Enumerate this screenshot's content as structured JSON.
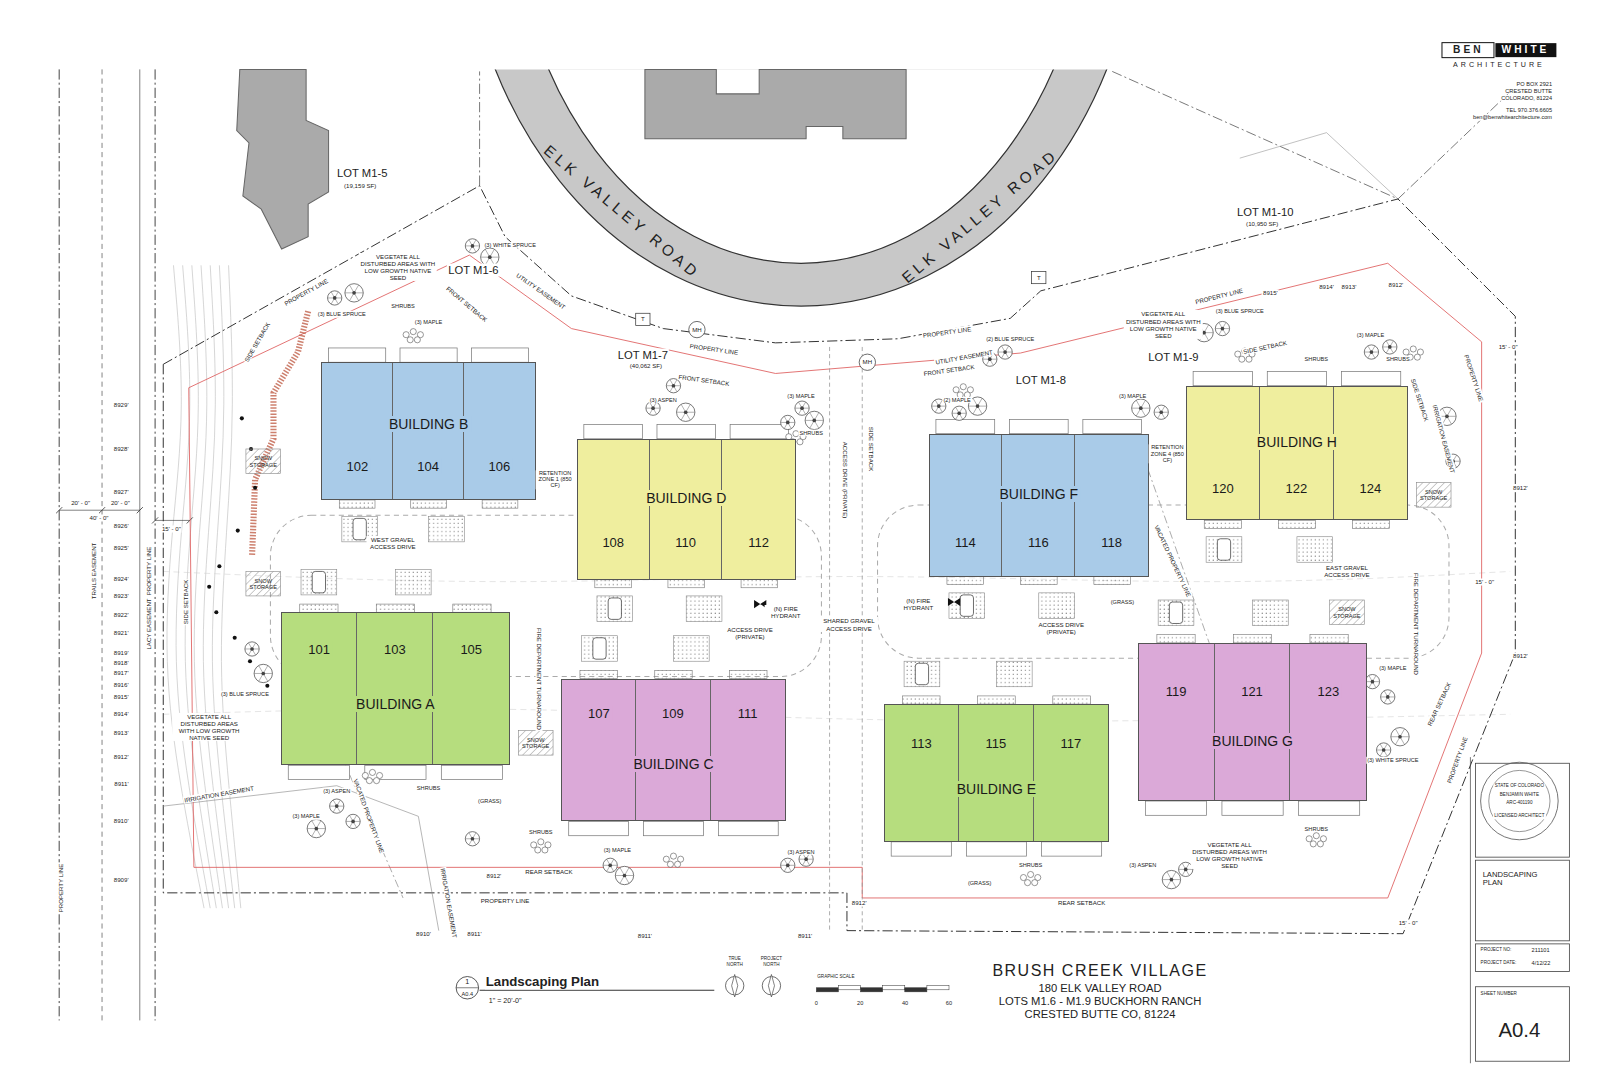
{
  "diagram": {
    "title": "BRUSH CREEK VILLAGE",
    "nodes": [
      {
        "text": [
          "BUILDING B"
        ]
      },
      {
        "text": [
          "102"
        ],
        "in": 0
      },
      {
        "text": [
          "104"
        ],
        "in": 0
      },
      {
        "text": [
          "106"
        ],
        "in": 0
      },
      {
        "text": [
          "BUILDING D"
        ]
      },
      {
        "text": [
          "108"
        ],
        "in": 4
      },
      {
        "text": [
          "110"
        ],
        "in": 4
      },
      {
        "text": [
          "112"
        ],
        "in": 4
      },
      {
        "text": [
          "BUILDING F"
        ]
      },
      {
        "text": [
          "114"
        ],
        "in": 8
      },
      {
        "text": [
          "116"
        ],
        "in": 8
      },
      {
        "text": [
          "118"
        ],
        "in": 8
      },
      {
        "text": [
          "BUILDING H"
        ]
      },
      {
        "text": [
          "120"
        ],
        "in": 12
      },
      {
        "text": [
          "122"
        ],
        "in": 12
      },
      {
        "text": [
          "124"
        ],
        "in": 12
      },
      {
        "text": [
          "BUILDING A"
        ]
      },
      {
        "text": [
          "101"
        ],
        "in": 16
      },
      {
        "text": [
          "103"
        ],
        "in": 16
      },
      {
        "text": [
          "105"
        ],
        "in": 16
      },
      {
        "text": [
          "BUILDING C"
        ]
      },
      {
        "text": [
          "107"
        ],
        "in": 20
      },
      {
        "text": [
          "109"
        ],
        "in": 20
      },
      {
        "text": [
          "111"
        ],
        "in": 20
      },
      {
        "text": [
          "BUILDING E"
        ]
      },
      {
        "text": [
          "113"
        ],
        "in": 24
      },
      {
        "text": [
          "115"
        ],
        "in": 24
      },
      {
        "text": [
          "117"
        ],
        "in": 24
      },
      {
        "text": [
          "BUILDING G"
        ]
      },
      {
        "text": [
          "119"
        ],
        "in": 28
      },
      {
        "text": [
          "121"
        ],
        "in": 28
      },
      {
        "text": [
          "123"
        ],
        "in": 28
      }
    ],
    "labels": [
      "BEN",
      "WHITE",
      "ARCHITECTURE",
      "PO BOX 2921",
      "CRESTED BUTTE",
      "COLORADO, 81224",
      "TEL 970.376.6605",
      "ben@benwhitearchitecture.com",
      "LOT M1-5",
      "(19,159 SF)",
      "LOT M1-6",
      "LOT M1-7",
      "(40,062 SF)",
      "LOT M1-8",
      "LOT M1-9",
      "LOT M1-10",
      "(10,950 SF)",
      "ELK VALLEY ROAD",
      "ELK VALLEY ROAD",
      "VEGETATE ALL DISTURBED AREAS WITH LOW GROWTH NATIVE SEED",
      "VEGETATE ALL DISTURBED AREAS WITH LOW GROWTH NATIVE SEED",
      "VEGETATE ALL DISTURBED AREAS WITH LOW GROWTH NATIVE SEED",
      "VEGETATE ALL DISTURBED AREAS WITH LOW GROWTH NATIVE SEED",
      "RETENTION ZONE 1 (850 CF)",
      "RETENTION ZONE 4 (850 CF)",
      "WEST GRAVEL ACCESS DRIVE",
      "EAST GRAVEL ACCESS DRIVE",
      "ACCESS DRIVE (PRIVATE)",
      "ACCESS DRIVE (PRIVATE)",
      "ACCESS DRIVE (PRIVATE)",
      "SHARED GRAVEL ACCESS DRIVE",
      "FIRE DEPARTMENT TURNAROUND",
      "FIRE DEPARTMENT TURNAROUND",
      "(N) FIRE HYDRANT",
      "(N) FIRE HYDRANT",
      "VACATED PROPERTY LINE",
      "VACATED PROPERTY LINE",
      "PROPERTY LINE",
      "PROPERTY LINE",
      "PROPERTY LINE",
      "PROPERTY LINE",
      "PROPERTY LINE",
      "PROPERTY LINE",
      "PROPERTY LINE",
      "PROPERTY LINE",
      "PROPERTY LINE",
      "FRONT SETBACK",
      "FRONT SETBACK",
      "FRONT SETBACK",
      "SIDE SETBACK",
      "SIDE SETBACK",
      "SIDE SETBACK",
      "SIDE SETBACK",
      "SIDE SETBACK",
      "REAR SETBACK",
      "REAR SETBACK",
      "REAR SETBACK",
      "UTILITY EASEMENT",
      "UTILITY EASEMENT",
      "IRRIGATION EASEMENT",
      "IRRIGATION EASEMENT",
      "IRRIGATION EASEMENT",
      "TRAILS EASEMENT",
      "LACY EASEMENT",
      "20' - 0\"",
      "20' - 0\"",
      "40' - 0\"",
      "15' - 0\"",
      "15' - 0\"",
      "15' - 0\"",
      "15' - 0\"",
      "8929'",
      "8928'",
      "8927'",
      "8926'",
      "8925'",
      "8924'",
      "8923'",
      "8922'",
      "8921'",
      "8919'",
      "8918'",
      "8917'",
      "8916'",
      "8915'",
      "8914'",
      "8913'",
      "8912'",
      "8911'",
      "8910'",
      "8909'",
      "8915'",
      "8914'",
      "8913'",
      "8912'",
      "8912'",
      "8912'",
      "8912'",
      "8912'",
      "8910'",
      "8911'",
      "8911'",
      "8911'",
      "1",
      "A0.4",
      "Landscaping Plan",
      "1\" = 20'-0\"",
      "TRUE NORTH",
      "PROJECT NORTH",
      "GRAPHIC SCALE",
      "0",
      "20",
      "40",
      "60",
      "180 ELK VALLEY ROAD",
      "LOTS M1.6 - M1.9 BUCKHORN RANCH",
      "CRESTED BUTTE CO, 81224",
      "STATE OF COLORADO",
      "BENJAMIN WHITE",
      "ARC-401190",
      "LICENSED ARCHITECT",
      "LANDSCAPING PLAN",
      "PROJECT NO:",
      "211101",
      "PROJECT DATE:",
      "4/12/22",
      "SHEET NUMBER",
      "A0.4",
      "(3) BLUE SPRUCE",
      "(3) WHITE SPRUCE",
      "SHRUBS",
      "(3) MAPLE",
      "(3) ASPEN",
      "(3) MAPLE",
      "SHRUBS",
      "(2) MAPLE",
      "(2) BLUE SPRUCE",
      "(3) MAPLE",
      "(3) BLUE SPRUCE",
      "(3) MAPLE",
      "SHRUBS",
      "SHRUBS",
      "(3) BLUE SPRUCE",
      "(3) ASPEN",
      "(3) MAPLE",
      "SHRUBS",
      "(3) MAPLE",
      "SHRUBS",
      "(3) ASPEN",
      "SHRUBS",
      "(3) WHITE SPRUCE",
      "(3) MAPLE",
      "SHRUBS",
      "(3) ASPEN",
      "SNOW STORAGE",
      "SNOW STORAGE",
      "SNOW STORAGE",
      "SNOW STORAGE",
      "SNOW STORAGE",
      "(GRASS)",
      "(GRASS)",
      "(GRASS)",
      "T",
      "T",
      "MH",
      "MH"
    ]
  }
}
